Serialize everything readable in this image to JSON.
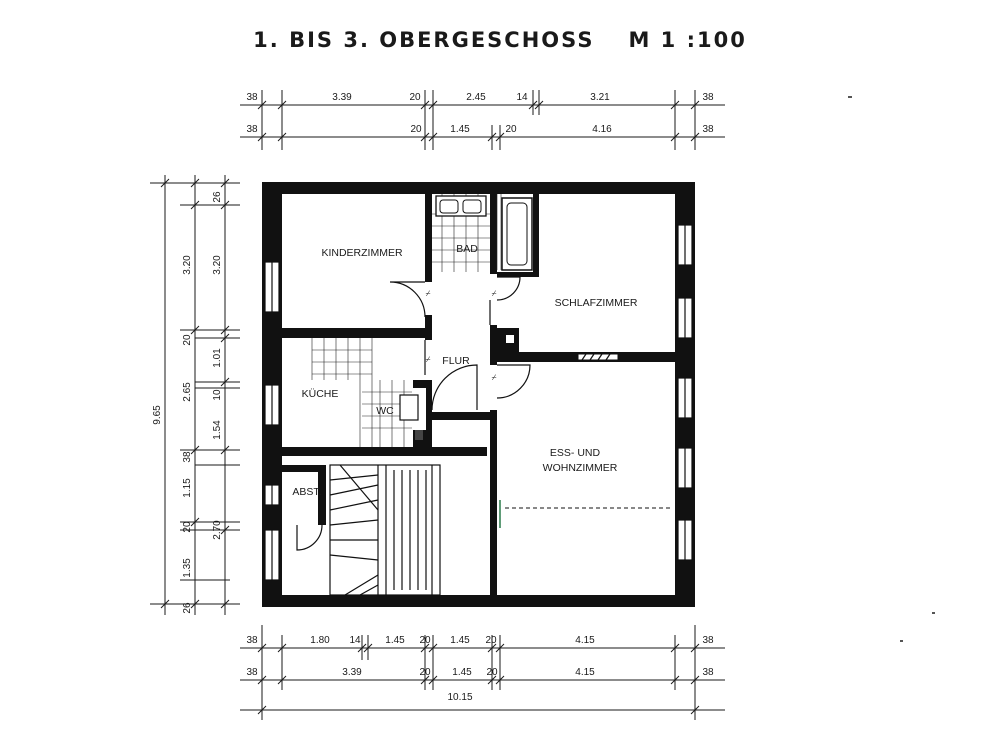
{
  "header": {
    "title": "1. BIS 3. OBERGESCHOSS",
    "scale": "M 1 :100"
  },
  "rooms": {
    "kinderzimmer": "KINDERZIMMER",
    "bad": "BAD",
    "schlafzimmer": "SCHLAFZIMMER",
    "flur": "FLUR",
    "kueche": "KÜCHE",
    "wc": "WC",
    "ess_line1": "ESS- UND",
    "ess_line2": "WOHNZIMMER",
    "abst": "ABST."
  },
  "dimensions": {
    "top_row1": [
      "38",
      "3.39",
      "20",
      "2.45",
      "14",
      "3.21",
      "38"
    ],
    "top_row2": [
      "38",
      "20",
      "1.45",
      "20",
      "4.16",
      "38"
    ],
    "bottom_row1": [
      "38",
      "1.80",
      "14",
      "1.45",
      "20",
      "1.45",
      "20",
      "4.15",
      "38"
    ],
    "bottom_row2": [
      "38",
      "3.39",
      "20",
      "1.45",
      "20",
      "4.15",
      "38"
    ],
    "bottom_total": "10.15",
    "left_outer": "9.65",
    "left_mid": [
      "3.20",
      "2.65",
      "1.15",
      "1.35"
    ],
    "left_inner": [
      "26",
      "3.20",
      "20",
      "1.01",
      "10",
      "1.54",
      "38",
      "20",
      "2.70",
      "26"
    ]
  }
}
